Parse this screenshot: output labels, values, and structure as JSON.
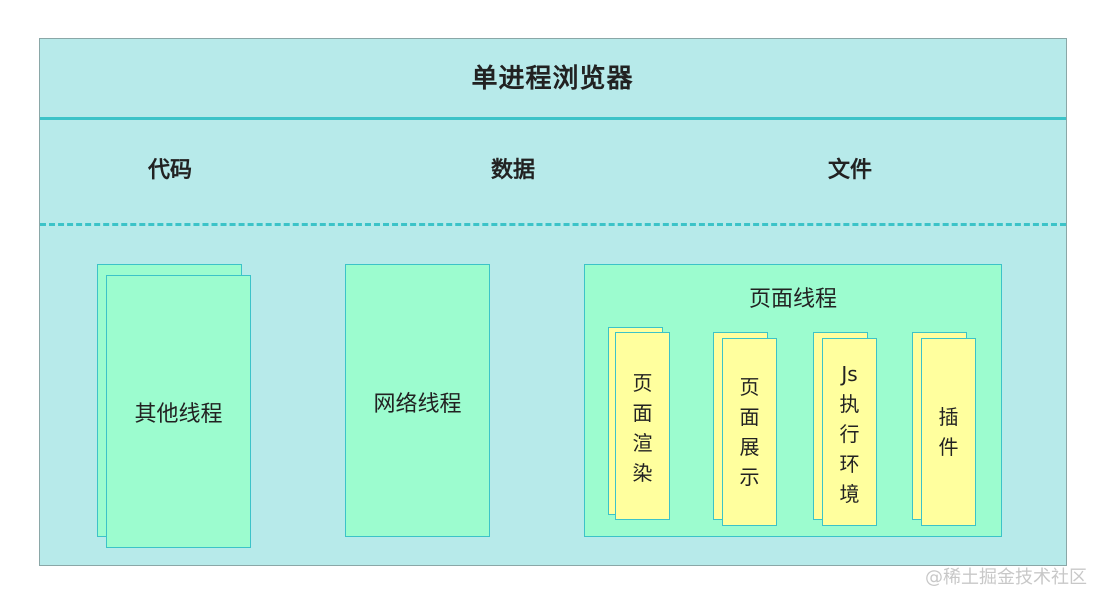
{
  "title": "单进程浏览器",
  "resources": [
    "代码",
    "数据",
    "文件"
  ],
  "threads": {
    "other": "其他线程",
    "network": "网络线程",
    "page": "页面线程"
  },
  "page_sub": {
    "render": "页\n面\n渲\n染",
    "display": "页\n面\n展\n示",
    "js": "Js\n执\n行\n环\n境",
    "plugin": "插\n件"
  },
  "watermark": "@稀土掘金技术社区",
  "colors": {
    "outer_bg": "#b7eaea",
    "box_green": "#9cfccf",
    "box_yellow": "#ffff9e",
    "line": "#3cc3c8"
  }
}
